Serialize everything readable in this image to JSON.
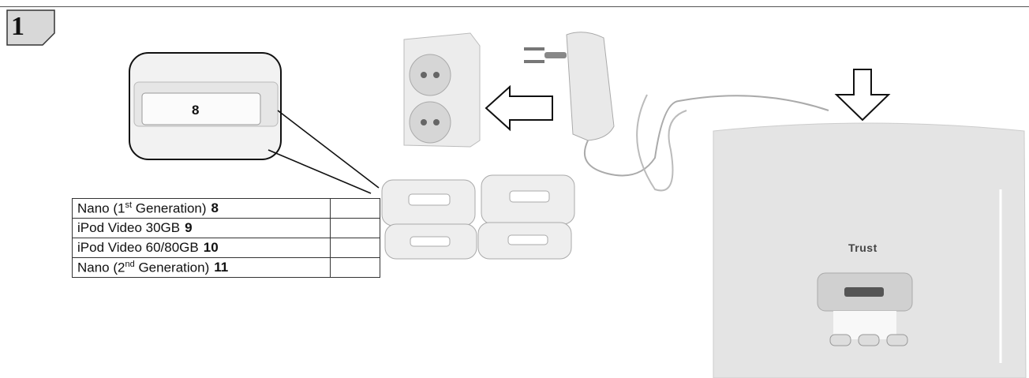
{
  "step": {
    "number": "1"
  },
  "zoom": {
    "slot_label": "8"
  },
  "device": {
    "brand": "Trust"
  },
  "models": [
    {
      "pre": "Nano (1",
      "sup": "st",
      "post": " Generation)",
      "num": "8"
    },
    {
      "pre": "iPod Video 30GB",
      "sup": "",
      "post": "",
      "num": "9"
    },
    {
      "pre": "iPod Video 60/80GB",
      "sup": "",
      "post": "",
      "num": "10"
    },
    {
      "pre": "Nano (2",
      "sup": "nd",
      "post": " Generation)",
      "num": "11"
    }
  ]
}
